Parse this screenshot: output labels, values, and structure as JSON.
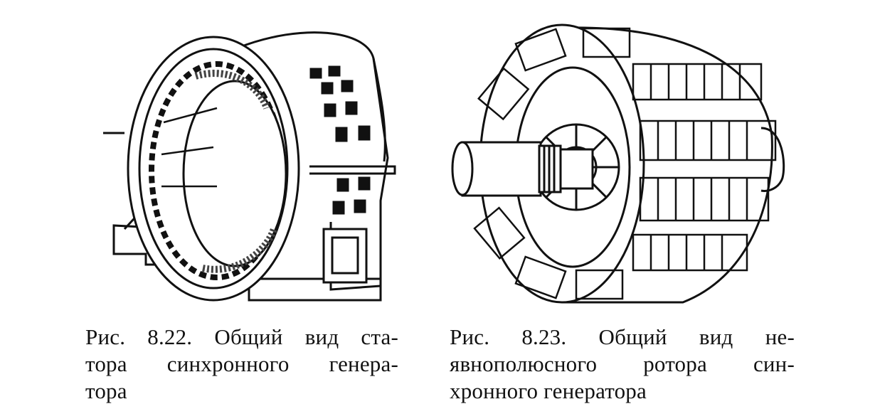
{
  "figures": [
    {
      "image_icon": "synchronous-generator-stator-drawing",
      "caption_lines": [
        "Рис. 8.22. Общий вид ста-",
        "тора синхронного генера-",
        "тора"
      ]
    },
    {
      "image_icon": "non-salient-pole-rotor-drawing",
      "caption_lines": [
        "Рис. 8.23. Общий вид не-",
        "явнополюсного ротора син-",
        "хронного генератора"
      ]
    }
  ]
}
